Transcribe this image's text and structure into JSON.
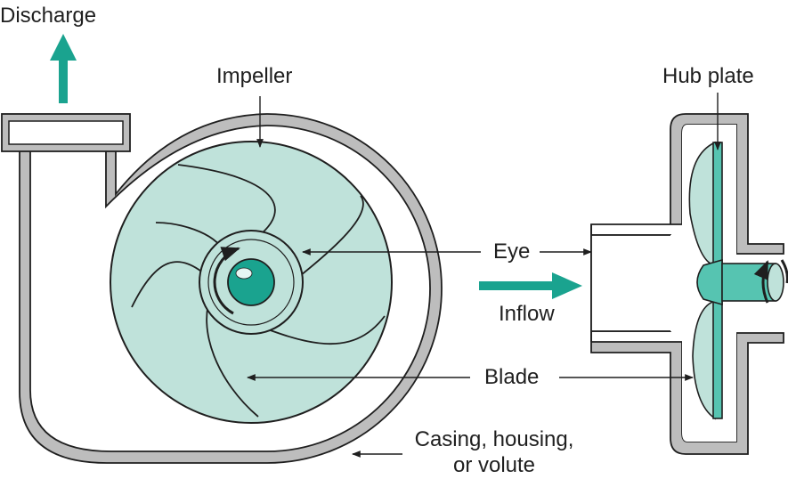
{
  "colors": {
    "fill_light": "#bfe2da",
    "accent": "#1aa38f",
    "hub_fill": "#56c4b1",
    "casing": "#bdbdbd",
    "outline": "#1f1f1f"
  },
  "labels": {
    "discharge": "Discharge",
    "impeller": "Impeller",
    "hub_plate": "Hub plate",
    "eye": "Eye",
    "inflow": "Inflow",
    "blade": "Blade",
    "casing_line1": "Casing, housing,",
    "casing_line2": "or volute"
  },
  "icons": {
    "discharge_arrow": "arrow-up-icon",
    "inflow_arrow": "arrow-right-icon",
    "rotation": "rotation-arrow-icon"
  }
}
